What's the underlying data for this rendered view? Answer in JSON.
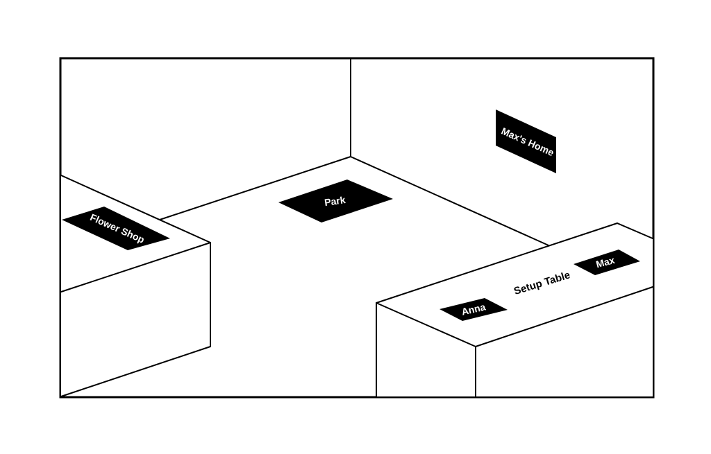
{
  "scene": {
    "labels": {
      "flower_shop": "Flower Shop",
      "park": "Park",
      "maxs_home": "Max's Home",
      "setup_table": "Setup Table",
      "anna": "Anna",
      "max": "Max"
    },
    "colors": {
      "line": "#000000",
      "background": "#ffffff",
      "tag_fill": "#000000",
      "tag_text": "#ffffff"
    }
  }
}
